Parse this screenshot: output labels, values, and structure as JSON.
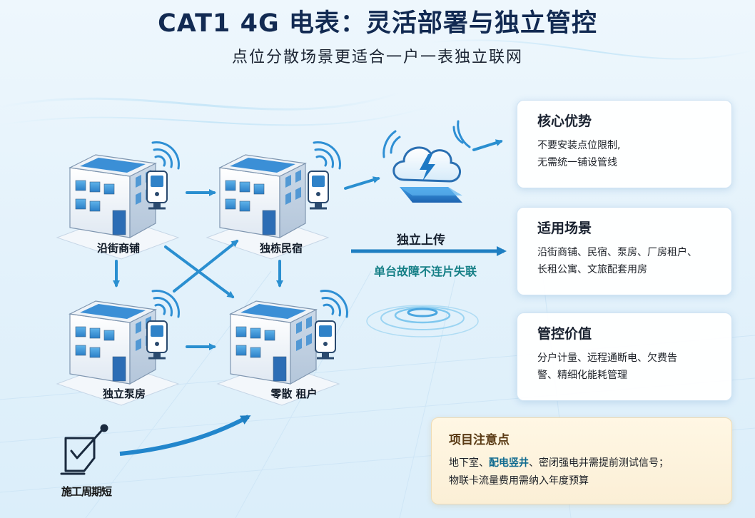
{
  "header": {
    "title": "CAT1 4G 电表：灵活部署与独立管控",
    "subtitle": "点位分散场景更适合一户一表独立联网"
  },
  "buildings": [
    {
      "label": "沿街商铺"
    },
    {
      "label": "独栋民宿"
    },
    {
      "label": "独立泵房"
    },
    {
      "label": "零散 租户"
    }
  ],
  "flow": {
    "upload_label": "独立上传",
    "fault_label": "单台故障不连片失联"
  },
  "cards": [
    {
      "title": "核心优势",
      "body": [
        "不要安装点位限制,",
        "无需统一铺设管线"
      ]
    },
    {
      "title": "适用场景",
      "body": [
        "沿街商铺、民宿、泵房、厂房租户、",
        "长租公寓、文旅配套用房"
      ]
    },
    {
      "title": "管控价值",
      "body": [
        "分户计量、远程通断电、欠费告",
        "警、精细化能耗管理"
      ]
    }
  ],
  "note": {
    "title": "项目注意点",
    "line1_prefix": "地下室、",
    "line1_highlight": "配电竖井",
    "line1_suffix": "、密闭强电井需提前测试信号；",
    "line2": "物联卡流量费用需纳入年度预算"
  },
  "corner": {
    "label": "施工周期短"
  },
  "icons": {
    "building": "building-icon",
    "meter": "smart-meter-icon",
    "wifi": "wireless-signal-icon",
    "cloud": "cloud-lightning-icon",
    "checklist": "checklist-icon"
  },
  "colors": {
    "title": "#122a52",
    "arrow": "#2a8fd0",
    "fault_text": "#157f86",
    "note_bg": "#fbefd6",
    "note_title": "#5a3a14",
    "highlight": "#0f6a8f"
  }
}
